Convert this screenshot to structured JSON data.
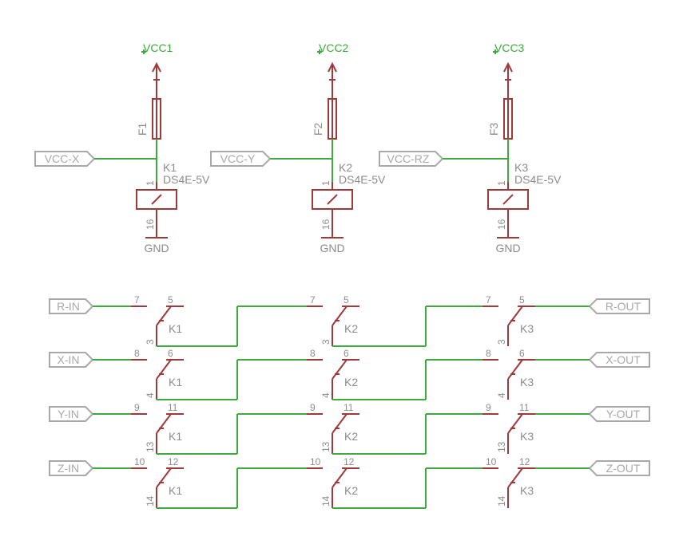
{
  "colors": {
    "wire": "#3caa3c",
    "part": "#a03a3a",
    "text": "#8c8c8c",
    "port": "#a8a8a8",
    "background": "#ffffff"
  },
  "power": [
    {
      "supply": "VCC1",
      "fuse": "F1",
      "relay": "K1",
      "model": "DS4E-5V",
      "coil_pin_a": "1",
      "coil_pin_b": "16",
      "ground": "GND",
      "input_port": "VCC-X"
    },
    {
      "supply": "VCC2",
      "fuse": "F2",
      "relay": "K2",
      "model": "DS4E-5V",
      "coil_pin_a": "1",
      "coil_pin_b": "16",
      "ground": "GND",
      "input_port": "VCC-Y"
    },
    {
      "supply": "VCC3",
      "fuse": "F3",
      "relay": "K3",
      "model": "DS4E-5V",
      "coil_pin_a": "1",
      "coil_pin_b": "16",
      "ground": "GND",
      "input_port": "VCC-RZ"
    }
  ],
  "channels": [
    {
      "in": "R-IN",
      "out": "R-OUT",
      "pin_nc": "7",
      "pin_com": "5",
      "pin_no": "3"
    },
    {
      "in": "X-IN",
      "out": "X-OUT",
      "pin_nc": "8",
      "pin_com": "6",
      "pin_no": "4"
    },
    {
      "in": "Y-IN",
      "out": "Y-OUT",
      "pin_nc": "9",
      "pin_com": "11",
      "pin_no": "13"
    },
    {
      "in": "Z-IN",
      "out": "Z-OUT",
      "pin_nc": "10",
      "pin_com": "12",
      "pin_no": "14"
    }
  ],
  "relays": [
    "K1",
    "K2",
    "K3"
  ]
}
